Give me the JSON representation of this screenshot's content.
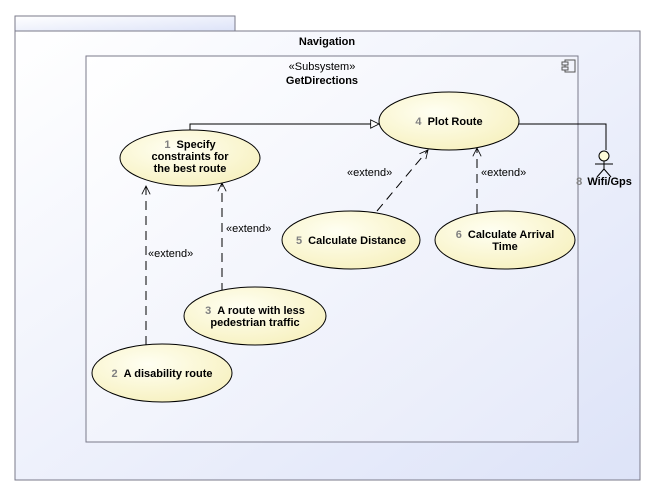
{
  "package": {
    "title": "Navigation"
  },
  "subsystem": {
    "stereotype": "«Subsystem»",
    "name": "GetDirections"
  },
  "use_cases": [
    {
      "id": "uc1",
      "number": "1",
      "lines": [
        "Specify",
        "constraints for",
        "the best route"
      ]
    },
    {
      "id": "uc2",
      "number": "2",
      "lines": [
        "A disability route"
      ]
    },
    {
      "id": "uc3",
      "number": "3",
      "lines": [
        "A route with less",
        "pedestrian traffic"
      ]
    },
    {
      "id": "uc4",
      "number": "4",
      "lines": [
        "Plot Route"
      ]
    },
    {
      "id": "uc5",
      "number": "5",
      "lines": [
        "Calculate Distance"
      ]
    },
    {
      "id": "uc6",
      "number": "6",
      "lines": [
        "Calculate Arrival",
        "Time"
      ]
    }
  ],
  "actor": {
    "number": "8",
    "name": "Wifi/Gps"
  },
  "relations": {
    "extend_label": "«extend»"
  },
  "colors": {
    "package_fill": "#e8ecfa",
    "subsystem_fill": "#f2f4fd",
    "use_case_fill": "#fdfbd9",
    "line": "#000000"
  }
}
